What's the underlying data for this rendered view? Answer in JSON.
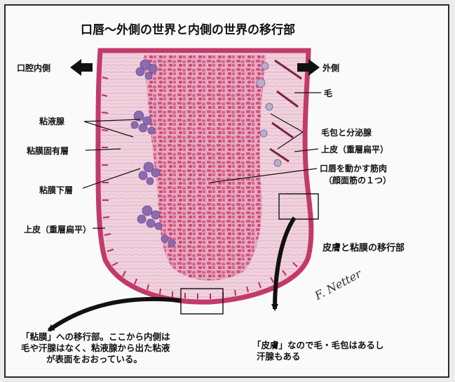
{
  "title": "口唇〜外側の世界と内側の世界の移行部",
  "direction_labels": {
    "inner": "口腔内側",
    "outer": "外側"
  },
  "left_labels": {
    "mucous_gland": "粘液腺",
    "lamina_propria": "粘膜固有層",
    "submucosa": "粘膜下層",
    "epithelium_left": "上皮（重層扁平）"
  },
  "right_labels": {
    "hair": "毛",
    "follicle_gland": "毛包と分泌腺",
    "epithelium_right": "上皮（重層扁平）",
    "muscle_line1": "口唇を動かす筋肉",
    "muscle_line2": "（顔面筋の１つ）",
    "transition": "皮膚と粘膜の移行部"
  },
  "signature": "F. Netter",
  "captions": {
    "mucosa_lines": [
      "「粘膜」への移行部。ここから内側は",
      "毛や汗腺はなく、粘液腺から出た粘液",
      "が表面をおおっている。"
    ],
    "skin_lines": [
      "「皮膚」なので毛・毛包はあるし",
      "汗腺もある"
    ]
  },
  "colors": {
    "epithelium": "#c23a6a",
    "muscle": "#d65a83",
    "connective": "#ecc6d4",
    "gland": "#8b6bb0",
    "arrow": "#111111"
  }
}
